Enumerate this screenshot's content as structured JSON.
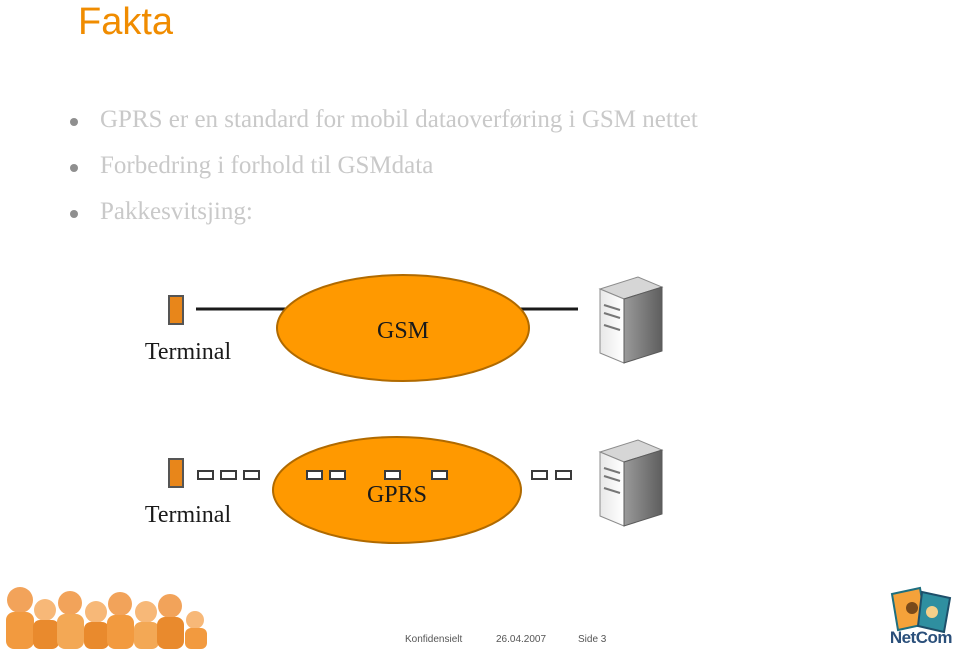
{
  "slide": {
    "title": "Fakta",
    "bullets": [
      "GPRS er en standard for mobil dataoverføring i GSM nettet",
      "Forbedring i forhold til GSMdata",
      "Pakkesvitsjing:"
    ]
  },
  "diagram": {
    "gsm_row": {
      "terminal_label": "Terminal",
      "network_label": "GSM"
    },
    "gprs_row": {
      "terminal_label": "Terminal",
      "network_label": "GPRS"
    },
    "colors": {
      "network_fill": "#ff9900",
      "network_stroke": "#b06a00",
      "terminal_fill": "#e8861a",
      "link_line": "#1a1a1a"
    }
  },
  "footer": {
    "confidential": "Konfidensielt",
    "date": "26.04.2007",
    "page": "Side 3",
    "logo": "NetCom"
  }
}
